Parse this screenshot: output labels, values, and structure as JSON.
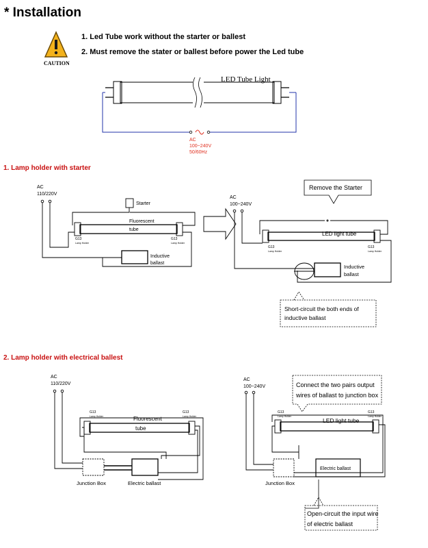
{
  "page": {
    "title": "* Installation"
  },
  "caution": {
    "icon_label": "CAUTION",
    "icon": "warning-triangle-icon",
    "notes": [
      "1.  Led Tube work without the starter or ballest",
      "2.  Must remove the stater or ballest before power the Led tube"
    ]
  },
  "overview": {
    "tube_label": "LED Tube Light",
    "ac_label": "AC",
    "voltage": "100~240V",
    "frequency": "50/60Hz"
  },
  "section1": {
    "title": "1. Lamp holder with starter",
    "before": {
      "ac": "AC",
      "voltage": "110/220V",
      "starter": "Starter",
      "tube_line1": "Fluorescent",
      "tube_line2": "tube",
      "holder": "G13",
      "holder_sub": "Lamp Holder",
      "ballast_line1": "Inductive",
      "ballast_line2": "ballast"
    },
    "after": {
      "callout_remove": "Remove the Starter",
      "ac": "AC",
      "voltage": "100~240V",
      "tube": "LED light tube",
      "holder": "G13",
      "holder_sub": "Lamp Holder",
      "ballast_line1": "Inductive",
      "ballast_line2": "ballast",
      "callout_short_line1": "Short-circuit the both ends of",
      "callout_short_line2": "inductive ballast"
    }
  },
  "section2": {
    "title": "2. Lamp holder with electrical  ballest",
    "before": {
      "ac": "AC",
      "voltage": "110/220V",
      "holder": "G13",
      "holder_sub": "Lamp Holder",
      "tube_line1": "Fluorescent",
      "tube_line2": "tube",
      "junction": "Junction Box",
      "ballast": "Electric ballast"
    },
    "after": {
      "ac": "AC",
      "voltage": "100~240V",
      "callout_connect_line1": "Connect the two pairs output",
      "callout_connect_line2": "wires of ballast to junction box",
      "holder": "G13",
      "holder_sub": "Lamp Holder",
      "tube": "LED light tube",
      "ballast": "Electric ballast",
      "junction": "Junction Box",
      "callout_open_line1": "Open-circuit the input wire",
      "callout_open_line2": "of electric ballast"
    }
  }
}
